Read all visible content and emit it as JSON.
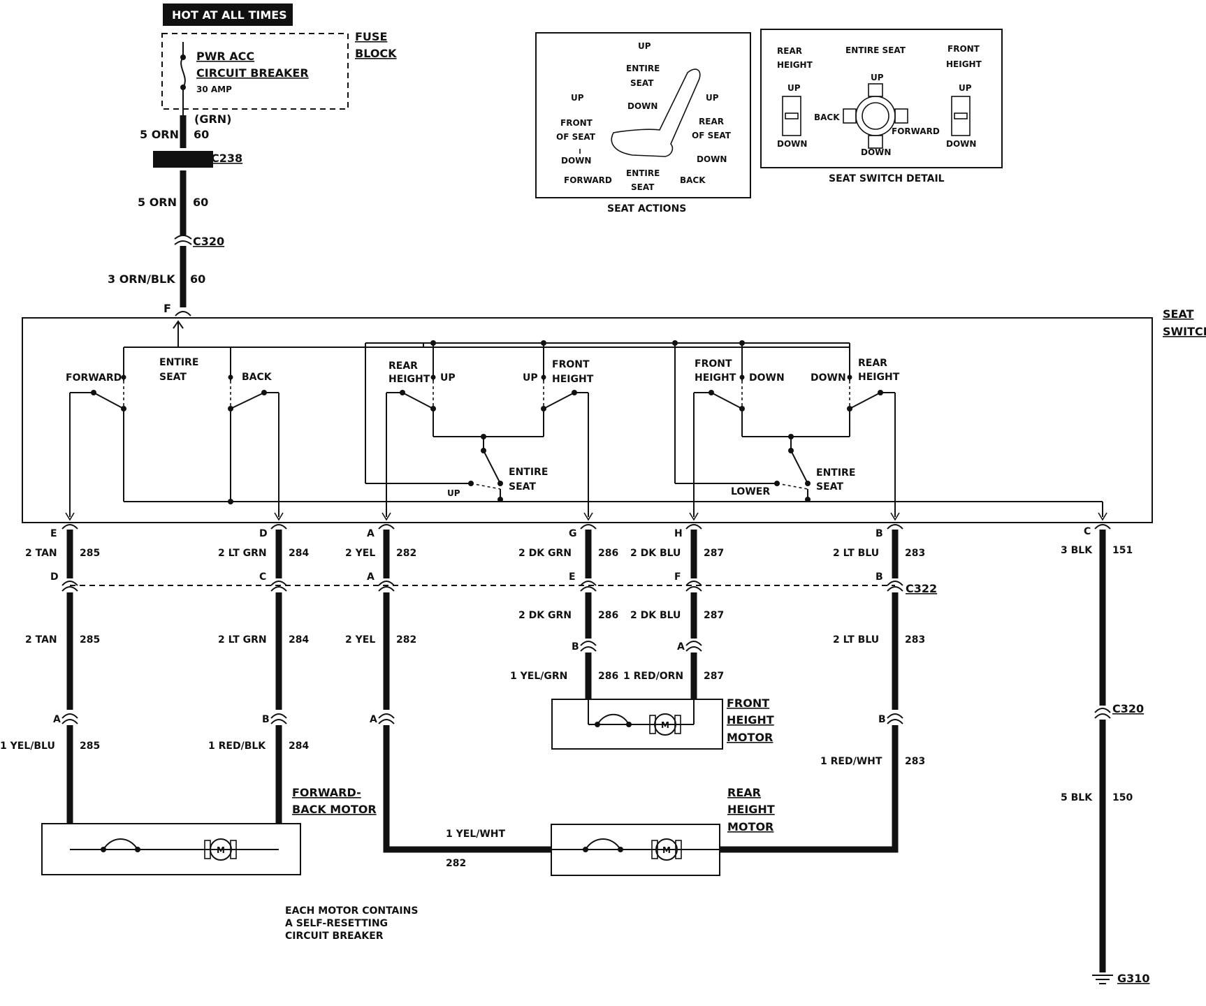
{
  "header": {
    "hot_label": "HOT AT ALL TIMES"
  },
  "fuse_block": {
    "label_1": "FUSE",
    "label_2": "BLOCK",
    "breaker_1": "PWR ACC",
    "breaker_2": "CIRCUIT BREAKER",
    "amp": "30 AMP",
    "grn": "(GRN)"
  },
  "feed": {
    "w1_label": "5 ORN",
    "w1_num": "60",
    "c238": "C238",
    "w2_label": "5 ORN",
    "w2_num": "60",
    "c320_top": "C320",
    "w3_label": "3 ORN/BLK",
    "w3_num": "60",
    "pin_f": "F"
  },
  "seat_actions": {
    "title": "SEAT ACTIONS",
    "up_a": "UP",
    "entire_seat_1": "ENTIRE",
    "entire_seat_2": "SEAT",
    "down_a": "DOWN",
    "front_up": "UP",
    "front_1": "FRONT",
    "front_2": "OF SEAT",
    "front_down": "DOWN",
    "rear_up": "UP",
    "rear_1": "REAR",
    "rear_2": "OF SEAT",
    "rear_down": "DOWN",
    "forward": "FORWARD",
    "entire_b1": "ENTIRE",
    "entire_b2": "SEAT",
    "back": "BACK"
  },
  "seat_switch_detail": {
    "title": "SEAT SWITCH DETAIL",
    "rear_1": "REAR",
    "rear_2": "HEIGHT",
    "entire": "ENTIRE SEAT",
    "front_1": "FRONT",
    "front_2": "HEIGHT",
    "up_l": "UP",
    "down_l": "DOWN",
    "up_c": "UP",
    "back": "BACK",
    "forward": "FORWARD",
    "down_c": "DOWN",
    "up_r": "UP",
    "down_r": "DOWN"
  },
  "seat_switch": {
    "label_1": "SEAT",
    "label_2": "SWITCH",
    "forward": "FORWARD",
    "entire_1": "ENTIRE",
    "entire_2": "SEAT",
    "back": "BACK",
    "rear_h1": "REAR",
    "rear_h2": "HEIGHT",
    "up1": "UP",
    "up2": "UP",
    "front_h1": "FRONT",
    "front_h2": "HEIGHT",
    "entire_up_1": "ENTIRE",
    "entire_up_2": "SEAT",
    "up_arm": "UP",
    "front_d1": "FRONT",
    "front_d2": "HEIGHT",
    "down1": "DOWN",
    "down2": "DOWN",
    "rear_d1": "REAR",
    "rear_d2": "HEIGHT",
    "entire_lo_1": "ENTIRE",
    "entire_lo_2": "SEAT",
    "lower": "LOWER"
  },
  "circuits": [
    {
      "pin_top": "E",
      "w1": "2 TAN",
      "n1": "285",
      "pin_c322": "D",
      "w2": "2 TAN",
      "n2": "285",
      "pin_m": "A",
      "w3": "1 YEL/BLU",
      "n3": "285"
    },
    {
      "pin_top": "D",
      "w1": "2 LT GRN",
      "n1": "284",
      "pin_c322": "C",
      "w2": "2 LT GRN",
      "n2": "284",
      "pin_m": "B",
      "w3": "1 RED/BLK",
      "n3": "284"
    },
    {
      "pin_top": "A",
      "w1": "2 YEL",
      "n1": "282",
      "pin_c322": "A",
      "w2": "2 YEL",
      "n2": "282",
      "pin_m": "A",
      "w3": "1 YEL/WHT",
      "n3": "282"
    },
    {
      "pin_top": "G",
      "w1": "2 DK GRN",
      "n1": "286",
      "pin_c322": "E",
      "w2": "2 DK GRN",
      "n2": "286",
      "pin_m": "B",
      "w3": "1 YEL/GRN",
      "n3": "286"
    },
    {
      "pin_top": "H",
      "w1": "2 DK BLU",
      "n1": "287",
      "pin_c322": "F",
      "w2": "2 DK BLU",
      "n2": "287",
      "pin_m": "A",
      "w3": "1 RED/ORN",
      "n3": "287"
    },
    {
      "pin_top": "B",
      "w1": "2 LT BLU",
      "n1": "283",
      "pin_c322": "B",
      "w2": "2 LT BLU",
      "n2": "283",
      "pin_m": "B",
      "w3": "1 RED/WHT",
      "n3": "283"
    }
  ],
  "ground_circuit": {
    "pin_top": "C",
    "w1": "3 BLK",
    "n1": "151",
    "c320": "C320",
    "w2": "5 BLK",
    "n2": "150",
    "ground": "G310"
  },
  "connectors": {
    "c322": "C322"
  },
  "motors": {
    "forward_back_1": "FORWARD-",
    "forward_back_2": "BACK MOTOR",
    "front_height_1": "FRONT",
    "front_height_2": "HEIGHT",
    "front_height_3": "MOTOR",
    "rear_height_1": "REAR",
    "rear_height_2": "HEIGHT",
    "rear_height_3": "MOTOR",
    "m_symbol": "M"
  },
  "note": {
    "line1": "EACH MOTOR CONTAINS",
    "line2": "A SELF-RESETTING",
    "line3": "CIRCUIT BREAKER"
  }
}
